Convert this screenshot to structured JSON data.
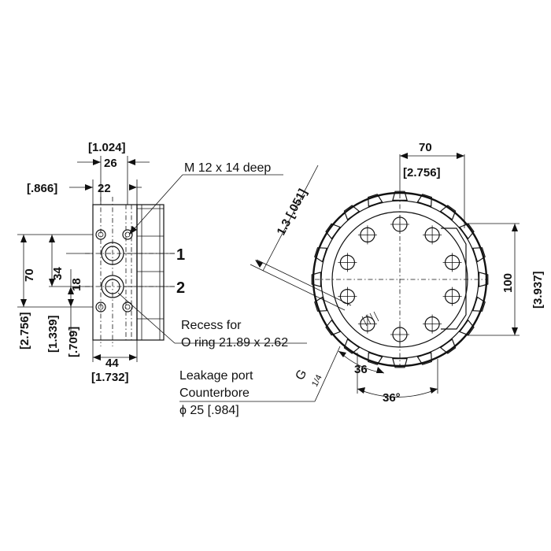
{
  "side_view": {
    "dim_top_inch": "[1.024]",
    "dim_top_mm": "26",
    "dim_width_inch": "[.866]",
    "dim_width_mm": "22",
    "dim_height_mm": "70",
    "dim_height_inch": "[2.756]",
    "dim_mid_mm": "34",
    "dim_mid_inch": "[1.339]",
    "dim_low_mm": "18",
    "dim_low_inch": "[.709]",
    "dim_bottom_mm": "44",
    "dim_bottom_inch": "[1.732]",
    "port_1": "1",
    "port_2": "2",
    "thread_note": "M 12 x 14 deep",
    "recess_line1": "Recess for",
    "recess_line2": "O ring 21.89 x 2.62",
    "leak_line1": "Leakage port",
    "leak_line2": "Counterbore",
    "leak_line3": "ϕ 25 [.984]",
    "thread_g": "G",
    "thread_frac": "1/4"
  },
  "end_view": {
    "dim_top_mm": "70",
    "dim_top_inch": "[2.756]",
    "dim_right_mm": "100",
    "dim_right_inch": "[3.937]",
    "dim_diag": "1.3 [.051]",
    "angle_small": "36",
    "angle_large": "36°"
  }
}
